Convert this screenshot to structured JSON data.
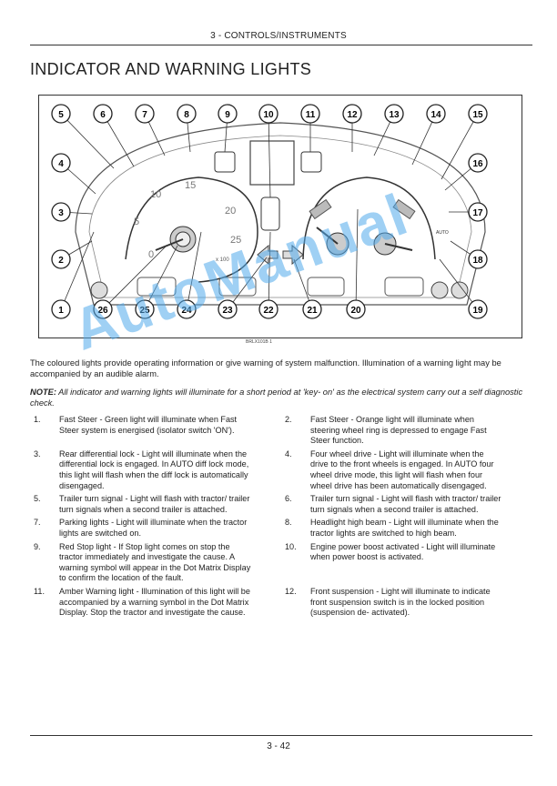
{
  "header": {
    "section": "3 - CONTROLS/INSTRUMENTS"
  },
  "title": "INDICATOR AND WARNING LIGHTS",
  "figure": {
    "ref": "BRLX101B    1",
    "callouts": [
      "1",
      "2",
      "3",
      "4",
      "5",
      "6",
      "7",
      "8",
      "9",
      "10",
      "11",
      "12",
      "13",
      "14",
      "15",
      "16",
      "17",
      "18",
      "19",
      "20",
      "21",
      "22",
      "23",
      "24",
      "25",
      "26"
    ],
    "gauge_labels": {
      "tach": [
        "0",
        "5",
        "10",
        "15",
        "20",
        "25"
      ],
      "multiplier": "x 100",
      "auto": "AUTO"
    }
  },
  "intro": "The coloured lights provide operating information or give warning of system malfunction.  Illumination of a warning light may be accompanied by an audible alarm.",
  "note": {
    "label": "NOTE:",
    "text": " All indicator and warning lights will illuminate for a short period at 'key- on' as the electrical system carry out a self diagnostic check."
  },
  "items": [
    {
      "num": "1.",
      "text": "Fast Steer - Green light will illuminate when Fast Steer system is energised (isolator switch 'ON')."
    },
    {
      "num": "2.",
      "text": "Fast Steer - Orange light will illuminate when steering wheel ring is depressed to engage Fast Steer function."
    },
    {
      "num": "3.",
      "text": "Rear differential lock - Light will illuminate when the differential lock is engaged.  In AUTO diff lock mode, this light will flash when the diff lock is automatically disengaged."
    },
    {
      "num": "4.",
      "text": "Four wheel drive - Light will illuminate when the drive to the front wheels is engaged. In AUTO four wheel drive mode, this light will flash when four wheel drive has been automatically disengaged."
    },
    {
      "num": "5.",
      "text": "Trailer turn signal - Light will flash with tractor/ trailer turn signals when a second trailer is attached."
    },
    {
      "num": "6.",
      "text": "Trailer turn signal - Light will flash with tractor/ trailer turn signals when a second trailer is attached."
    },
    {
      "num": "7.",
      "text": "Parking lights - Light will illuminate when the tractor lights are switched on."
    },
    {
      "num": "8.",
      "text": "Headlight high beam - Light will illuminate when the tractor lights are switched to high beam."
    },
    {
      "num": "9.",
      "text": "Red Stop light - If Stop light comes on stop the tractor immediately and investigate the cause. A warning symbol will appear in the Dot Matrix Display to confirm the location of the fault."
    },
    {
      "num": "10.",
      "text": "Engine power boost activated - Light will illuminate when power boost is activated."
    },
    {
      "num": "11.",
      "text": "Amber Warning light - Illumination of this light will be accompanied by a warning symbol in the Dot Matrix Display.  Stop the tractor and investigate the cause."
    },
    {
      "num": "12.",
      "text": "Front suspension - Light will illuminate to indicate front suspension switch is in the locked position (suspension de- activated)."
    }
  ],
  "footer": {
    "page": "3 - 42"
  },
  "watermark": "AutoManual"
}
